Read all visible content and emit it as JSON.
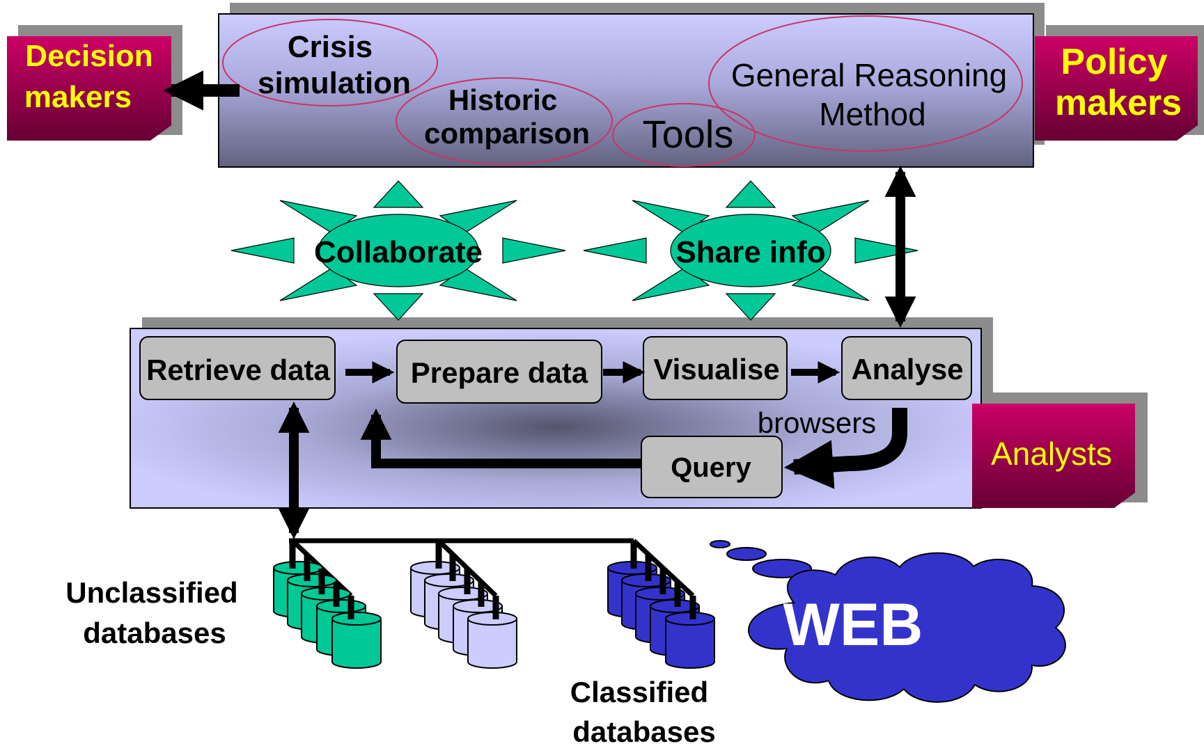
{
  "roles": {
    "decision_makers": [
      "Decision",
      "makers"
    ],
    "policy_makers": [
      "Policy",
      "makers"
    ],
    "analysts": "Analysts"
  },
  "tools_panel": {
    "crisis_simulation": [
      "Crisis",
      "simulation"
    ],
    "historic_comparison": [
      "Historic",
      "comparison"
    ],
    "tools": "Tools",
    "general_reasoning": [
      "General Reasoning",
      "Method"
    ]
  },
  "bursts": {
    "collaborate": "Collaborate",
    "share_info": "Share info"
  },
  "workflow": {
    "retrieve": "Retrieve data",
    "prepare": "Prepare data",
    "visualise": "Visualise",
    "analyse": "Analyse",
    "query": "Query",
    "browsers": "browsers"
  },
  "databases": {
    "unclassified": [
      "Unclassified",
      "databases"
    ],
    "classified": [
      "Classified",
      "databases"
    ]
  },
  "web": "WEB",
  "colors": {
    "panel": "#ccccff",
    "role_box": "#b30050",
    "role_text": "#ffff00",
    "burst": "#00c896",
    "process_box": "#bfbfbf",
    "db_teal": "#00c896",
    "db_lavender": "#ccccff",
    "db_blue": "#3333cc",
    "web_cloud": "#3333cc"
  }
}
